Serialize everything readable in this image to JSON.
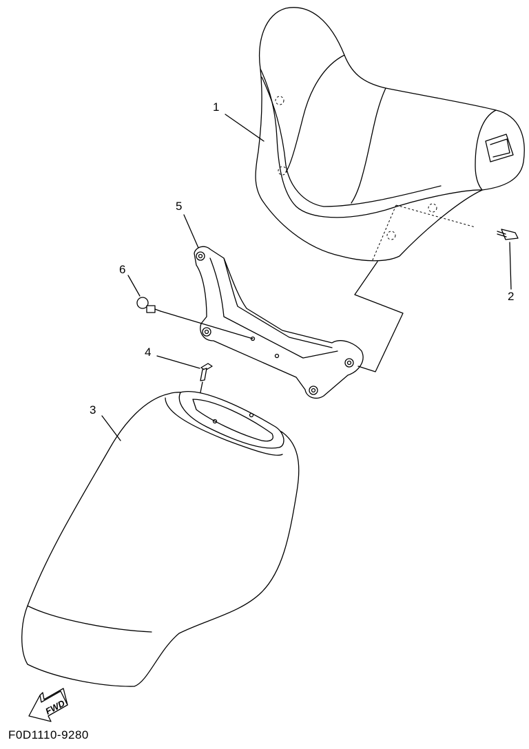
{
  "diagram": {
    "callouts": [
      {
        "number": "1"
      },
      {
        "number": "2"
      },
      {
        "number": "3"
      },
      {
        "number": "4"
      },
      {
        "number": "5"
      },
      {
        "number": "6"
      }
    ],
    "direction_arrow": {
      "label": "FWD",
      "icon": "forward-arrow-icon"
    },
    "figure_code": "F0D1110-9280"
  }
}
